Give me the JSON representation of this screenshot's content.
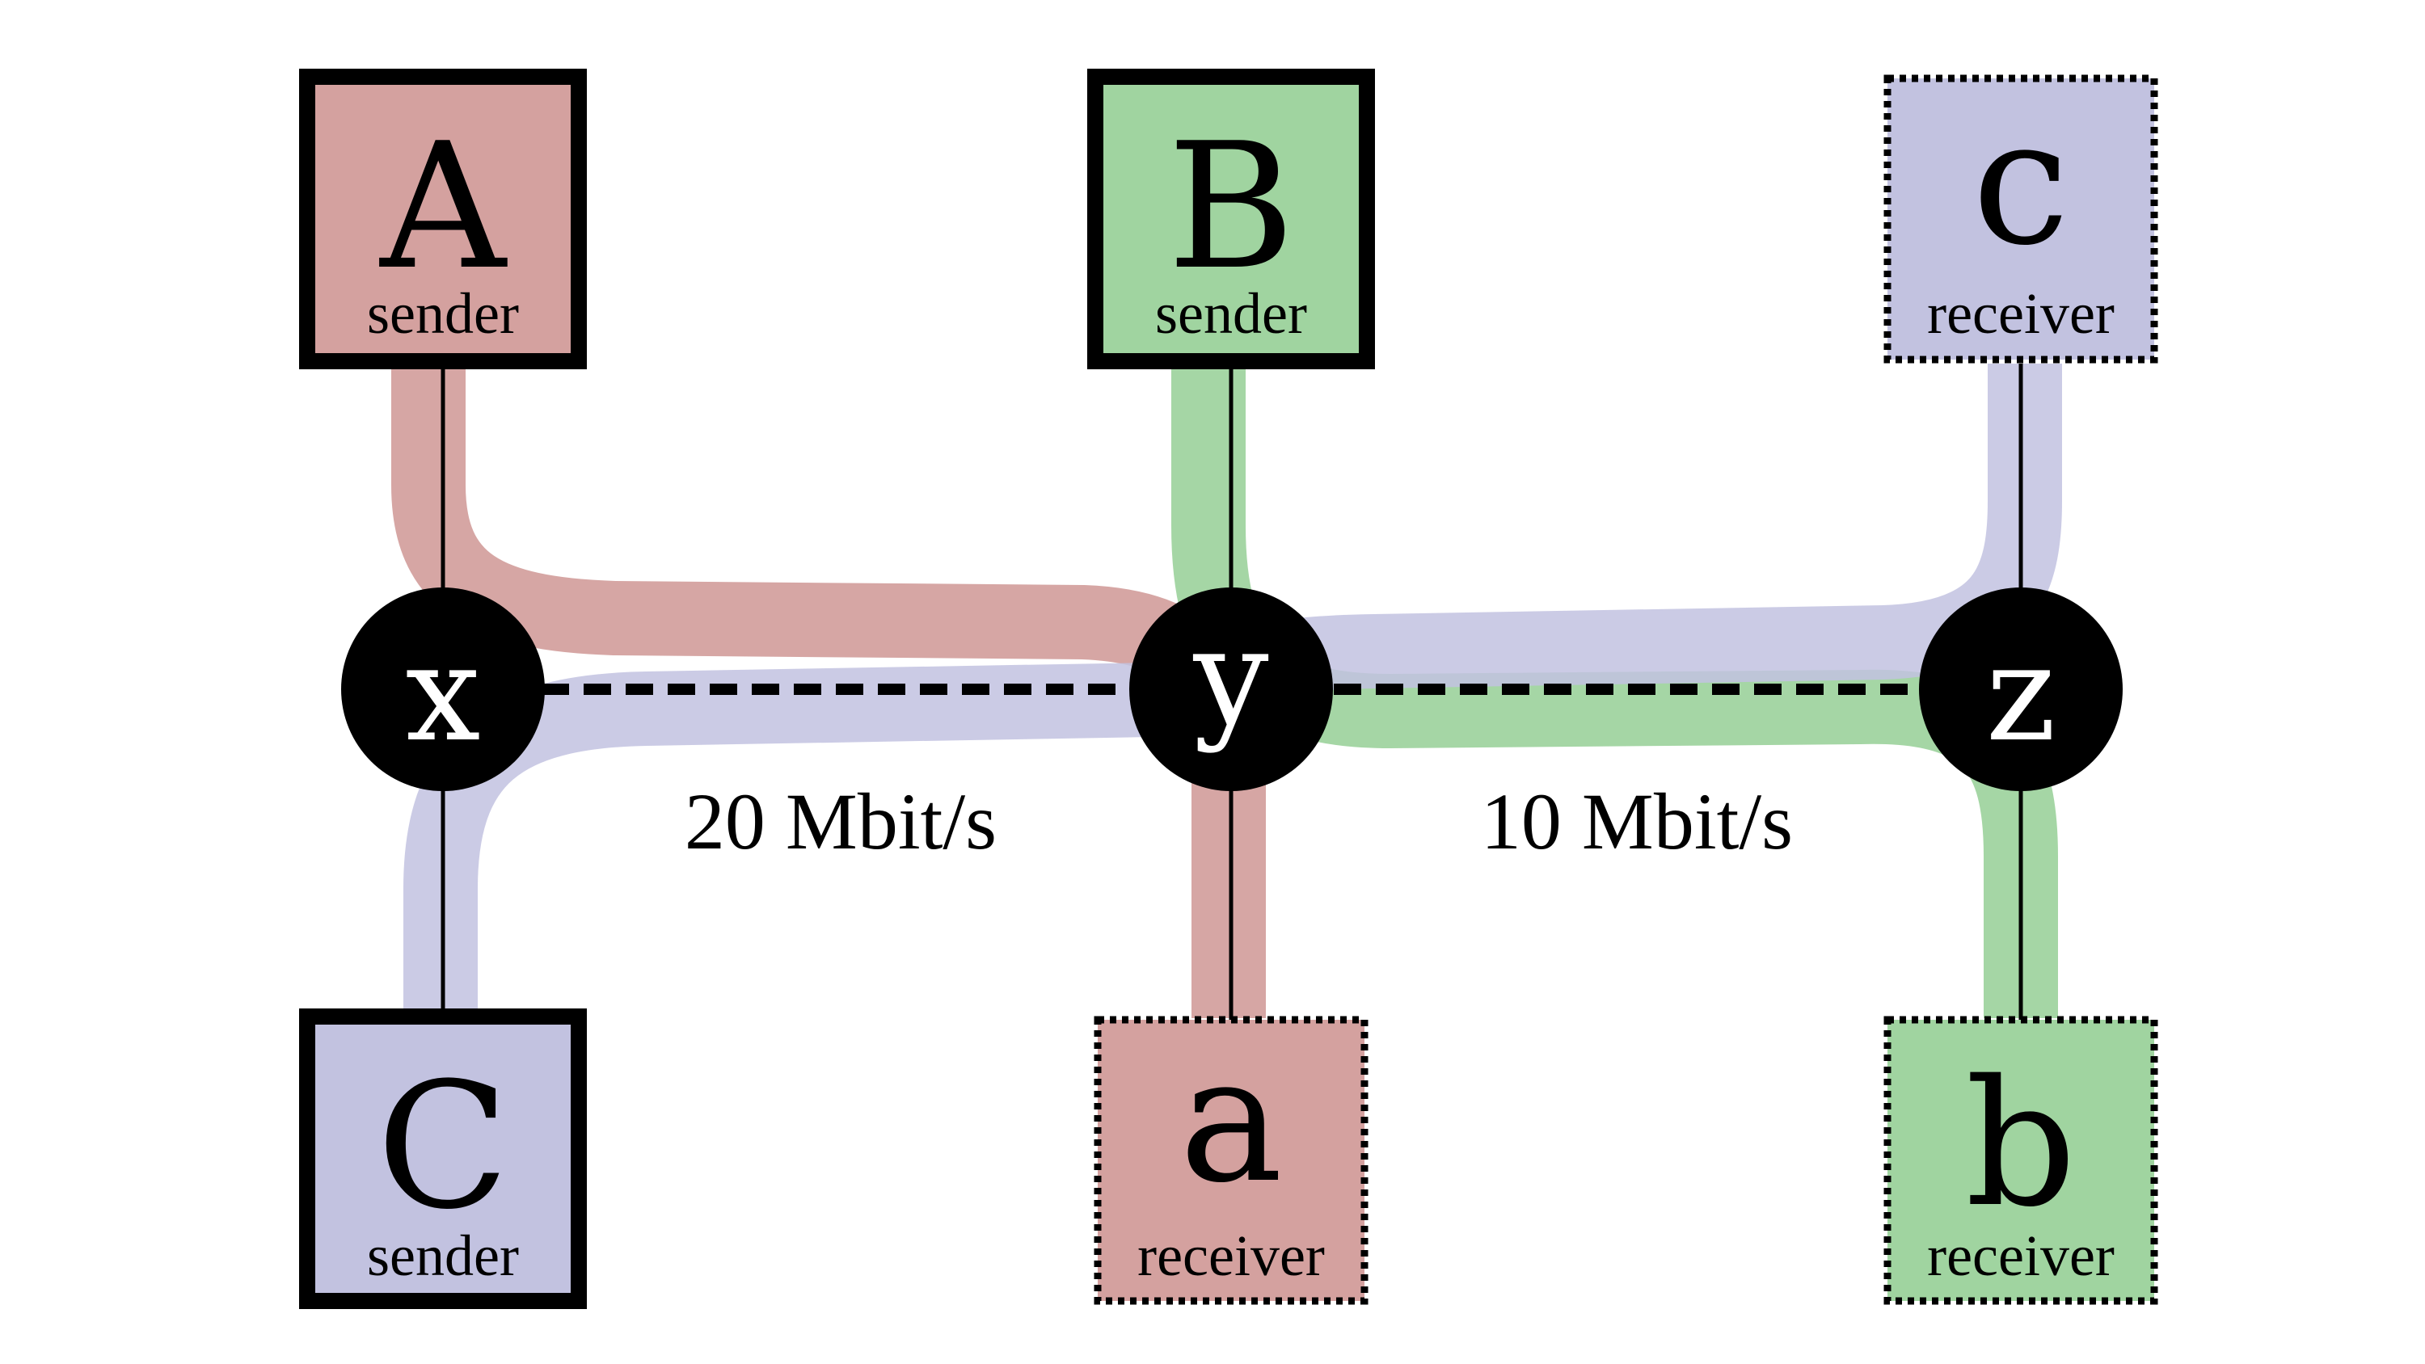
{
  "colors": {
    "red": "#d4a19f",
    "green": "#a0d4a0",
    "blue": "#c2c2e0",
    "link": "#000000",
    "node": "#000000"
  },
  "nodes": {
    "x": {
      "label": "x"
    },
    "y": {
      "label": "y"
    },
    "z": {
      "label": "z"
    }
  },
  "hosts": {
    "A": {
      "letter": "A",
      "role": "sender",
      "color": "red",
      "border": "solid"
    },
    "B": {
      "letter": "B",
      "role": "sender",
      "color": "green",
      "border": "solid"
    },
    "C": {
      "letter": "C",
      "role": "sender",
      "color": "blue",
      "border": "solid"
    },
    "a": {
      "letter": "a",
      "role": "receiver",
      "color": "red",
      "border": "dotted"
    },
    "b": {
      "letter": "b",
      "role": "receiver",
      "color": "green",
      "border": "dotted"
    },
    "c": {
      "letter": "c",
      "role": "receiver",
      "color": "blue",
      "border": "dotted"
    }
  },
  "links": {
    "xy": {
      "rate": "20 Mbit/s",
      "style": "dashed"
    },
    "yz": {
      "rate": "10 Mbit/s",
      "style": "dashed"
    }
  },
  "flows": [
    {
      "from": "A",
      "to": "a",
      "color": "red"
    },
    {
      "from": "B",
      "to": "b",
      "color": "green"
    },
    {
      "from": "C",
      "to": "c",
      "color": "blue"
    }
  ]
}
